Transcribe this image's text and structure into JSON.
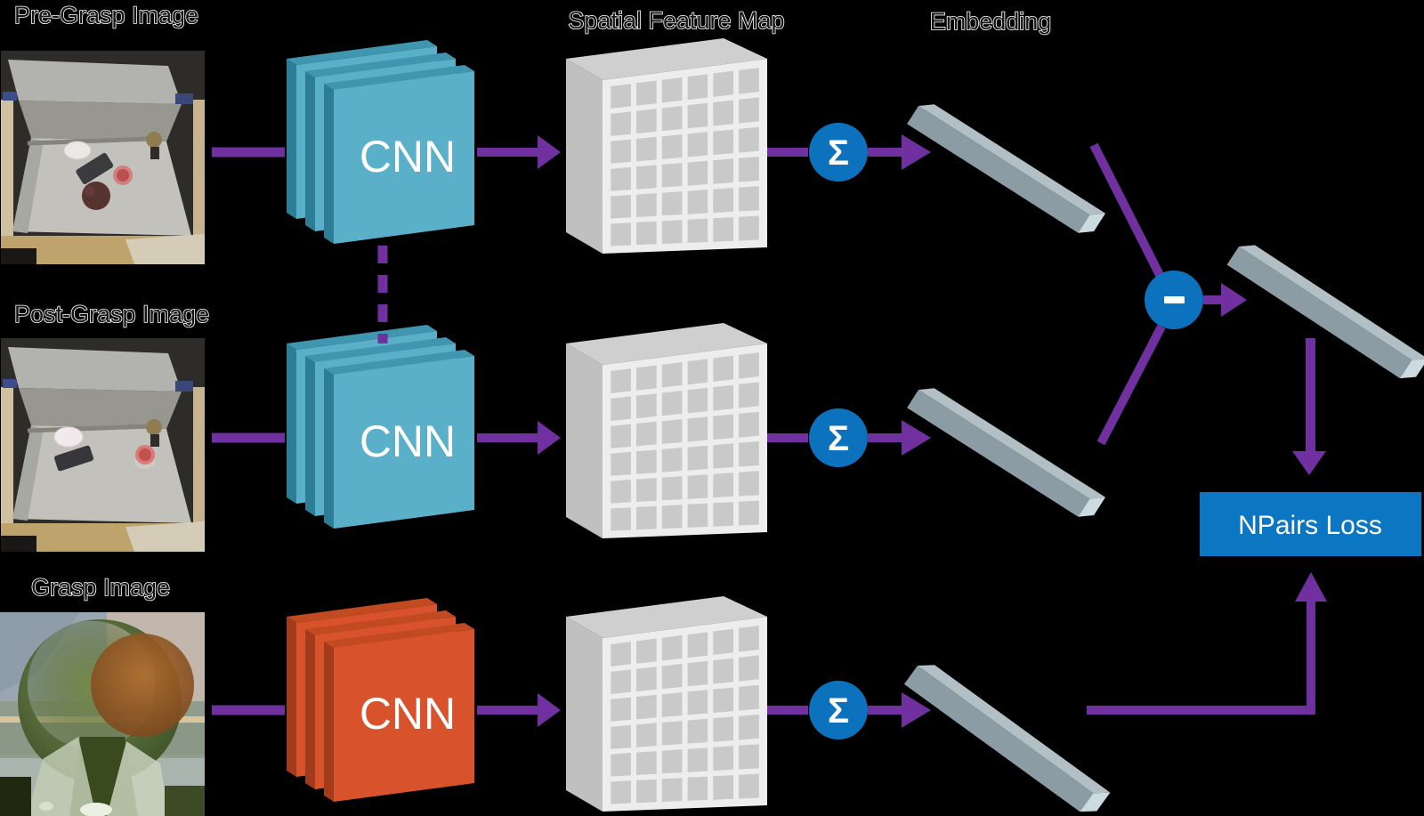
{
  "diagram": {
    "background_color": "#000000",
    "rows": [
      {
        "input_label": "Pre-Grasp Image",
        "encoder": "CNN",
        "encoder_shared": true
      },
      {
        "input_label": "Post-Grasp Image",
        "encoder": "CNN",
        "encoder_shared": true
      },
      {
        "input_label": "Grasp Image",
        "encoder": "CNN",
        "encoder_shared": false
      }
    ],
    "stage_labels": {
      "feature_map": "Spatial Feature Map",
      "embedding": "Embedding"
    },
    "operators": {
      "sum": "Σ",
      "subtract": "−"
    },
    "loss_label": "NPairs Loss",
    "colors": {
      "arrow_purple": "#7030a0",
      "operator_circle_blue": "#0d72bd",
      "loss_box_blue": "#0b76c1",
      "cnn_shared_teal": "#5aafc9",
      "cnn_grasp_orange": "#d8532c",
      "feature_map_gray": "#ededed",
      "embedding_bar_gray": "#8c9ca4"
    }
  }
}
